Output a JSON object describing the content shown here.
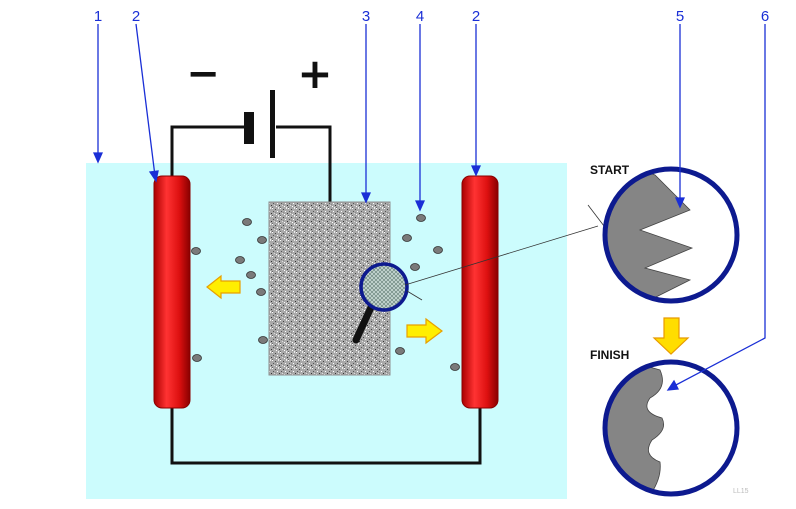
{
  "colors": {
    "bath": "#ccfcfd",
    "electrode_red": "#ee1111",
    "electrode_dark": "#990000",
    "callout_blue": "#1a2fd6",
    "ring_blue": "#0d1a8f",
    "arrow_yellow": "#ffee00",
    "arrow_orange": "#ff9900",
    "wire": "#111111",
    "workpiece": "#a9a9a9",
    "particle": "#777777"
  },
  "labels": {
    "callout_1": "1",
    "callout_2_left": "2",
    "callout_3": "3",
    "callout_4": "4",
    "callout_2_right": "2",
    "callout_5": "5",
    "callout_6": "6",
    "minus": "−",
    "plus": "+",
    "start": "START",
    "finish": "FINISH",
    "watermark": "LL15"
  },
  "icons": [
    "battery-icon",
    "magnifier-icon",
    "arrow-icon"
  ]
}
